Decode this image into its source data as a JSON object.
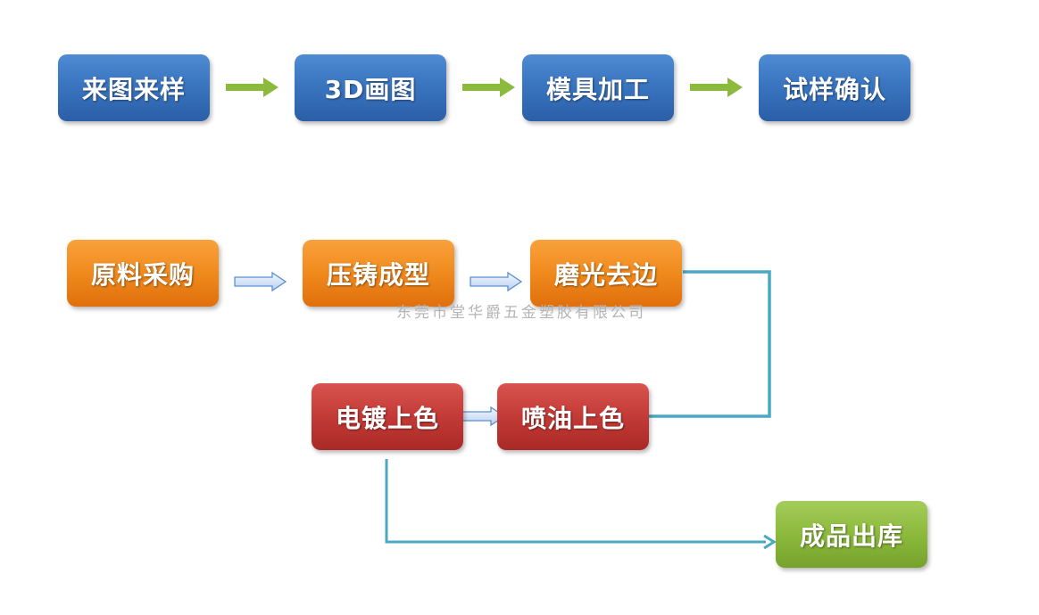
{
  "steps_row1": [
    "来图来样",
    "3D画图",
    "模具加工",
    "试样确认"
  ],
  "steps_row2": [
    "原料采购",
    "压铸成型",
    "磨光去边"
  ],
  "steps_row3": [
    "电镀上色",
    "喷油上色"
  ],
  "final_step": "成品出库",
  "watermark": "东莞市堂华爵五金塑胶有限公司",
  "colors": {
    "row1": "#3a75c0",
    "row2": "#f08a1d",
    "row3": "#c33a36",
    "final": "#8cba3c",
    "connector": "#4aa8c4",
    "green_arrow": "#8cba3c"
  }
}
